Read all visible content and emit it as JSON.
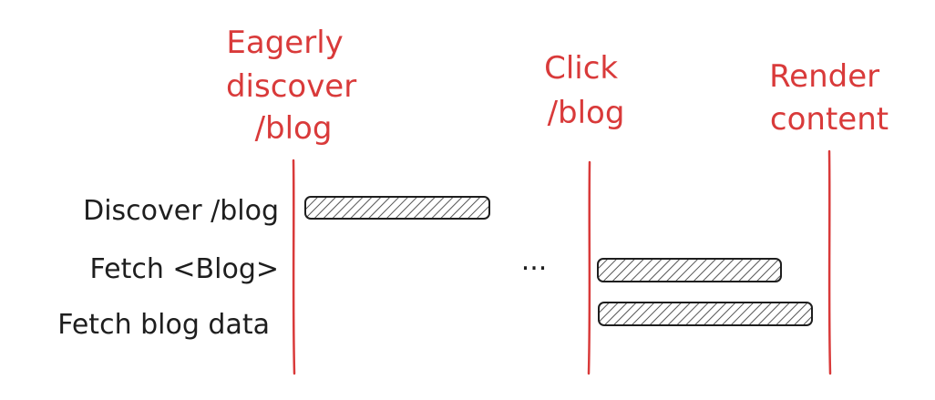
{
  "markers": [
    {
      "id": "eager",
      "lines": [
        "Eagerly",
        "discover",
        "/blog"
      ]
    },
    {
      "id": "click",
      "lines": [
        "Click",
        "/blog"
      ]
    },
    {
      "id": "render",
      "lines": [
        "Render",
        "content"
      ]
    }
  ],
  "rows": [
    {
      "label": "Discover /blog"
    },
    {
      "label": "Fetch <Blog>"
    },
    {
      "label": "Fetch blog data"
    }
  ],
  "ellipsis": "...",
  "colors": {
    "marker": "#d93a3a",
    "text": "#1e1e1e",
    "bar_stroke": "#1e1e1e",
    "hatch": "#555555"
  }
}
